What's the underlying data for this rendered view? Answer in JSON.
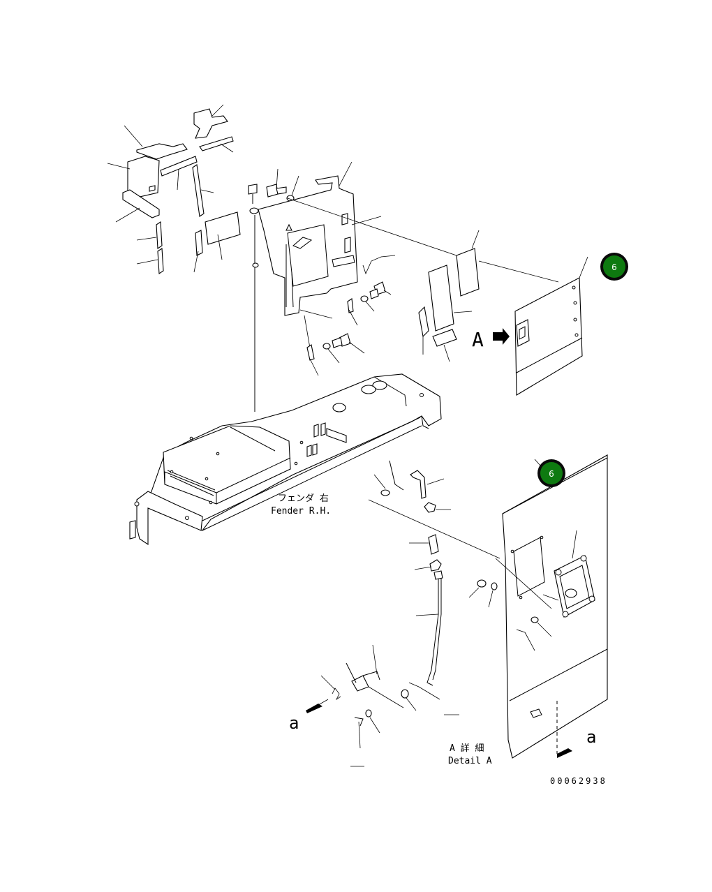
{
  "labels": {
    "fender_jp": "フェンダ 右",
    "fender_en": "Fender R.H.",
    "view_arrow_letter": "A",
    "detail_jp": "A 詳 細",
    "detail_en": "Detail A",
    "section_letter_left": "a",
    "section_letter_right": "a",
    "drawing_number": "00062938"
  },
  "callouts": [
    {
      "id": "callout-top",
      "label": "6",
      "color": "#0e7a10"
    },
    {
      "id": "callout-detail",
      "label": "6",
      "color": "#0e7a10"
    }
  ],
  "colors": {
    "line": "#000000",
    "background": "#ffffff",
    "callout_fill": "#0e7a10",
    "callout_ring": "#0a0a0a",
    "callout_text": "#ffffff"
  }
}
